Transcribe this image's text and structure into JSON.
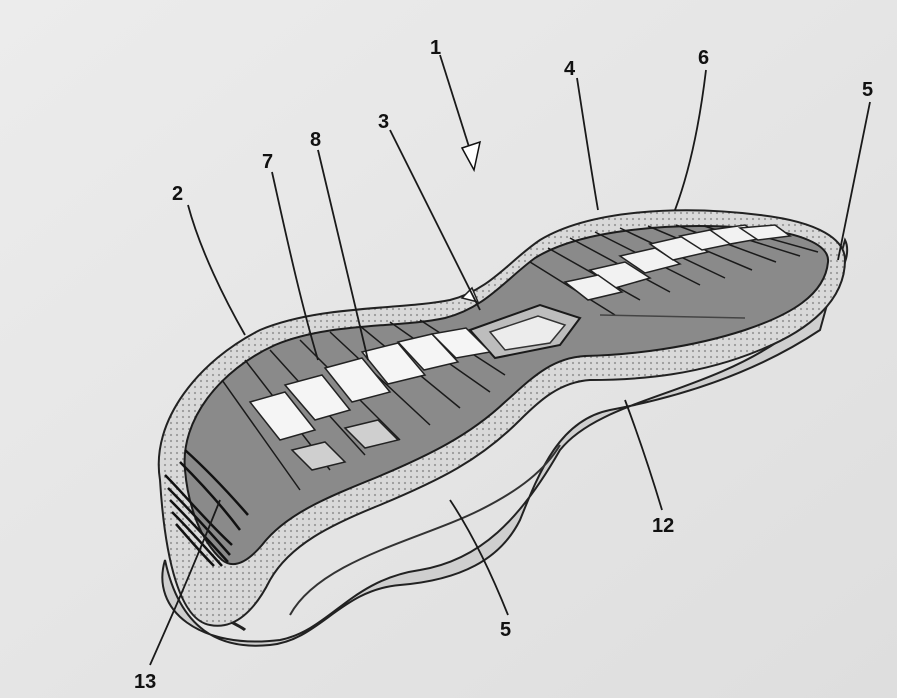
{
  "figure": {
    "labels": {
      "l1": "1",
      "l2": "2",
      "l3": "3",
      "l4": "4",
      "l5a": "5",
      "l5b": "5",
      "l6": "6",
      "l7": "7",
      "l8": "8",
      "l12": "12",
      "l13": "13"
    }
  }
}
